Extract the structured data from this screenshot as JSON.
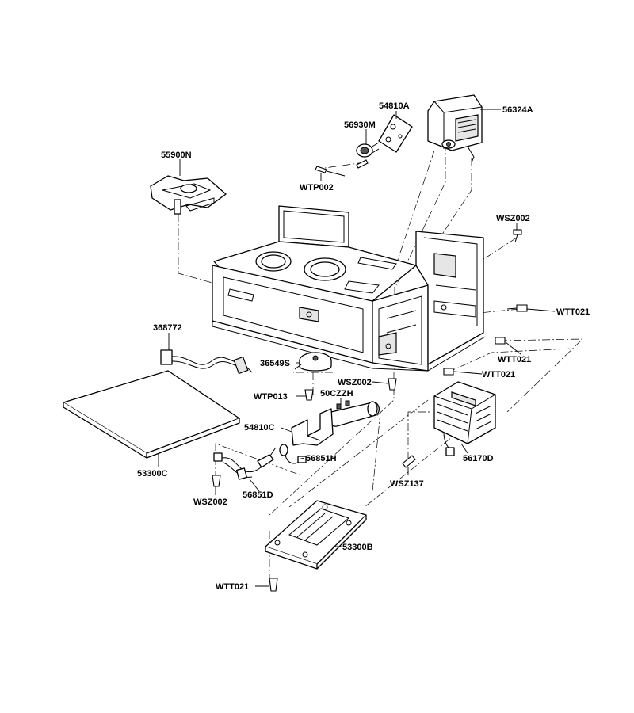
{
  "labels": {
    "l_56324A": "56324A",
    "l_54810A": "54810A",
    "l_56930M": "56930M",
    "l_55900N": "55900N",
    "l_WTP002": "WTP002",
    "l_WSZ002_top": "WSZ002",
    "l_WTT021_a": "WTT021",
    "l_WTT021_b": "WTT021",
    "l_WTT021_c": "WTT021",
    "l_368772": "368772",
    "l_36549S": "36549S",
    "l_WSZ002_mid": "WSZ002",
    "l_WTP013": "WTP013",
    "l_50CZZH": "50CZZH",
    "l_54810C": "54810C",
    "l_56851H": "56851H",
    "l_56170D": "56170D",
    "l_WSZ137": "WSZ137",
    "l_53300C": "53300C",
    "l_WSZ002_low": "WSZ002",
    "l_56851D": "56851D",
    "l_53300B": "53300B",
    "l_WTT021_bottom": "WTT021"
  }
}
